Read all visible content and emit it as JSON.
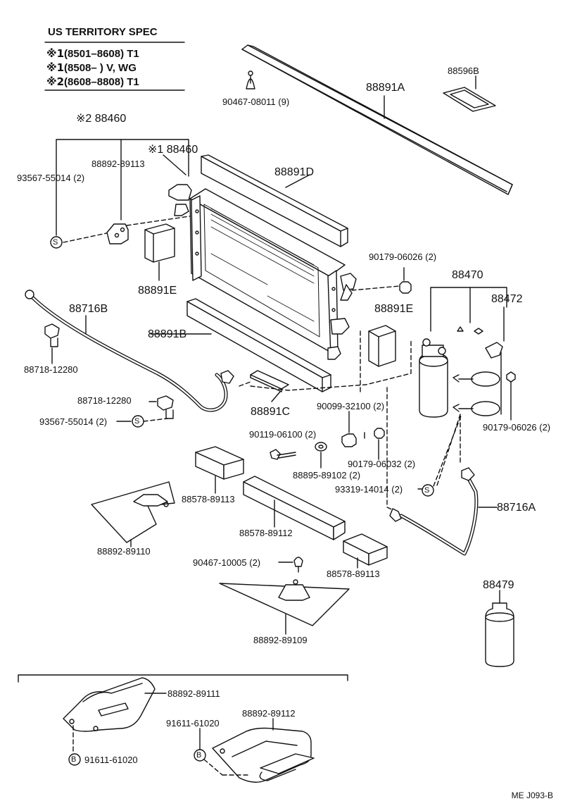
{
  "spec": {
    "title": "US TERRITORY SPEC",
    "lines": [
      {
        "mark": "※1",
        "text": "(8501–8608) T1"
      },
      {
        "mark": "※1",
        "text": "(8508–        ) V, WG"
      },
      {
        "mark": "※2",
        "text": "(8608–8808) T1"
      }
    ]
  },
  "callouts": {
    "c1": "※2 88460",
    "c2": "※1 88460",
    "c3": "88892-89113",
    "c4": "93567-55014 (2)",
    "c5": "88891D",
    "c6": "88891A",
    "c7": "88596B",
    "c8": "90467-08011 (9)",
    "c9": "88891E",
    "c10": "88716B",
    "c11": "88718-12280",
    "c12": "88891B",
    "c13": "88718-12280",
    "c14": "93567-55014 (2)",
    "c15": "88891C",
    "c16": "90179-06026 (2)",
    "c17": "88470",
    "c18": "88472",
    "c19": "88891E",
    "c20": "90099-32100 (2)",
    "c21": "90119-06100 (2)",
    "c22": "88895-89102 (2)",
    "c23": "90179-06032 (2)",
    "c24": "93319-14014 (2)",
    "c25": "90179-06026 (2)",
    "c26": "88716A",
    "c27": "88578-89113",
    "c28": "88578-89112",
    "c29": "88578-89113",
    "c30": "88892-89110",
    "c31": "90467-10005 (2)",
    "c32": "88892-89109",
    "c33": "88479",
    "c34": "88892-89111",
    "c35": "91611-61020",
    "c36": "88892-89112",
    "c37": "91611-61020"
  },
  "markers": {
    "s": "S",
    "b": "B"
  },
  "drawing_code": "ME  J093-B"
}
